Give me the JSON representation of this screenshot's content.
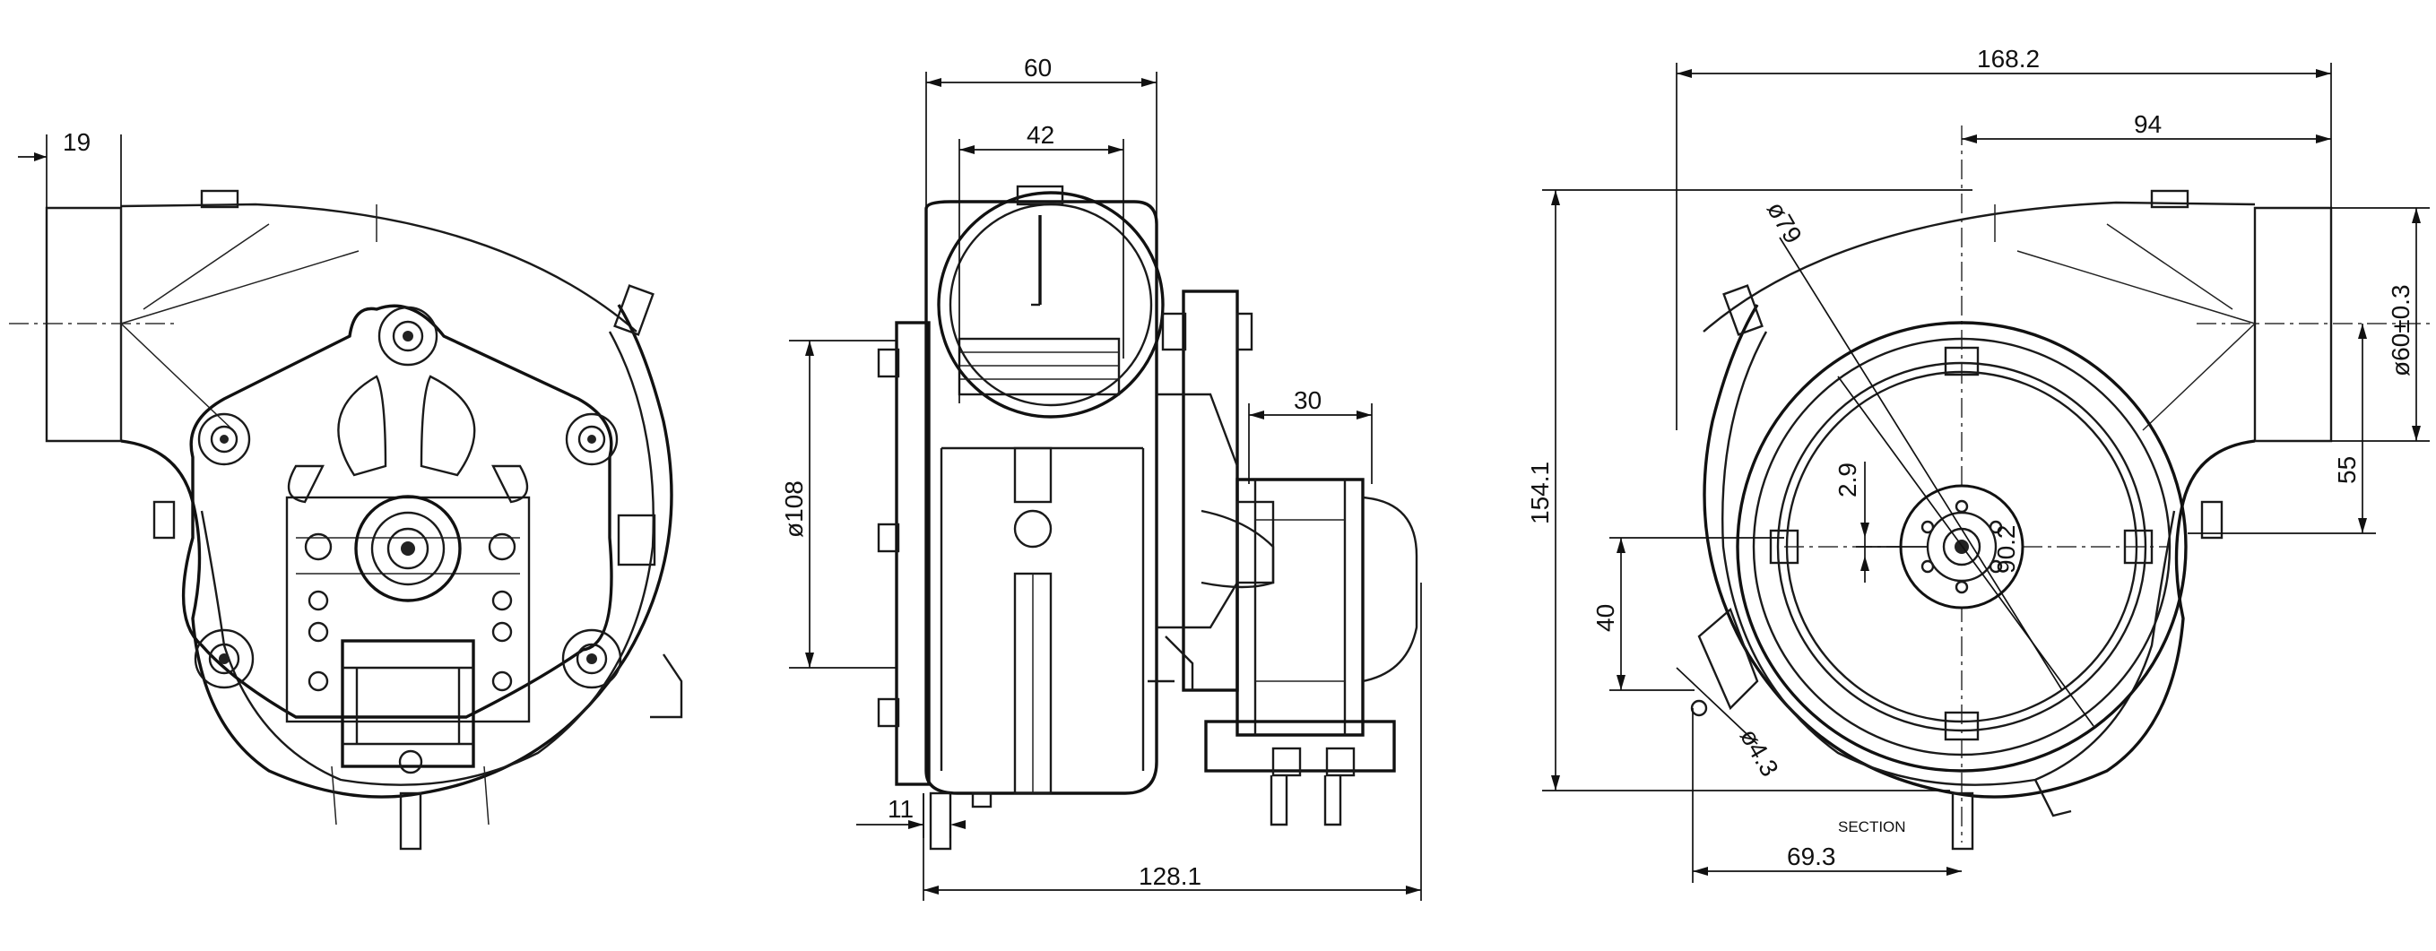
{
  "dimensions": {
    "inlet_depth": "19",
    "housing_depth": "60",
    "inlet_width": "42",
    "motor_width": "30",
    "diameter_108": "ø108",
    "shaft_offset": "11",
    "overall_depth": "128.1",
    "overall_width": "168.2",
    "outlet_offset": "94",
    "scroll_diameter": "ø79",
    "height": "154.1",
    "outlet_diameter": "ø60±0.3",
    "outlet_height": "55",
    "hub_offset": "2.9",
    "impeller_diameter": "90.2",
    "mount_height": "40",
    "hole_diameter": "ø4.3",
    "mount_offset": "69.3"
  },
  "labels": {
    "section": "SECTION"
  }
}
